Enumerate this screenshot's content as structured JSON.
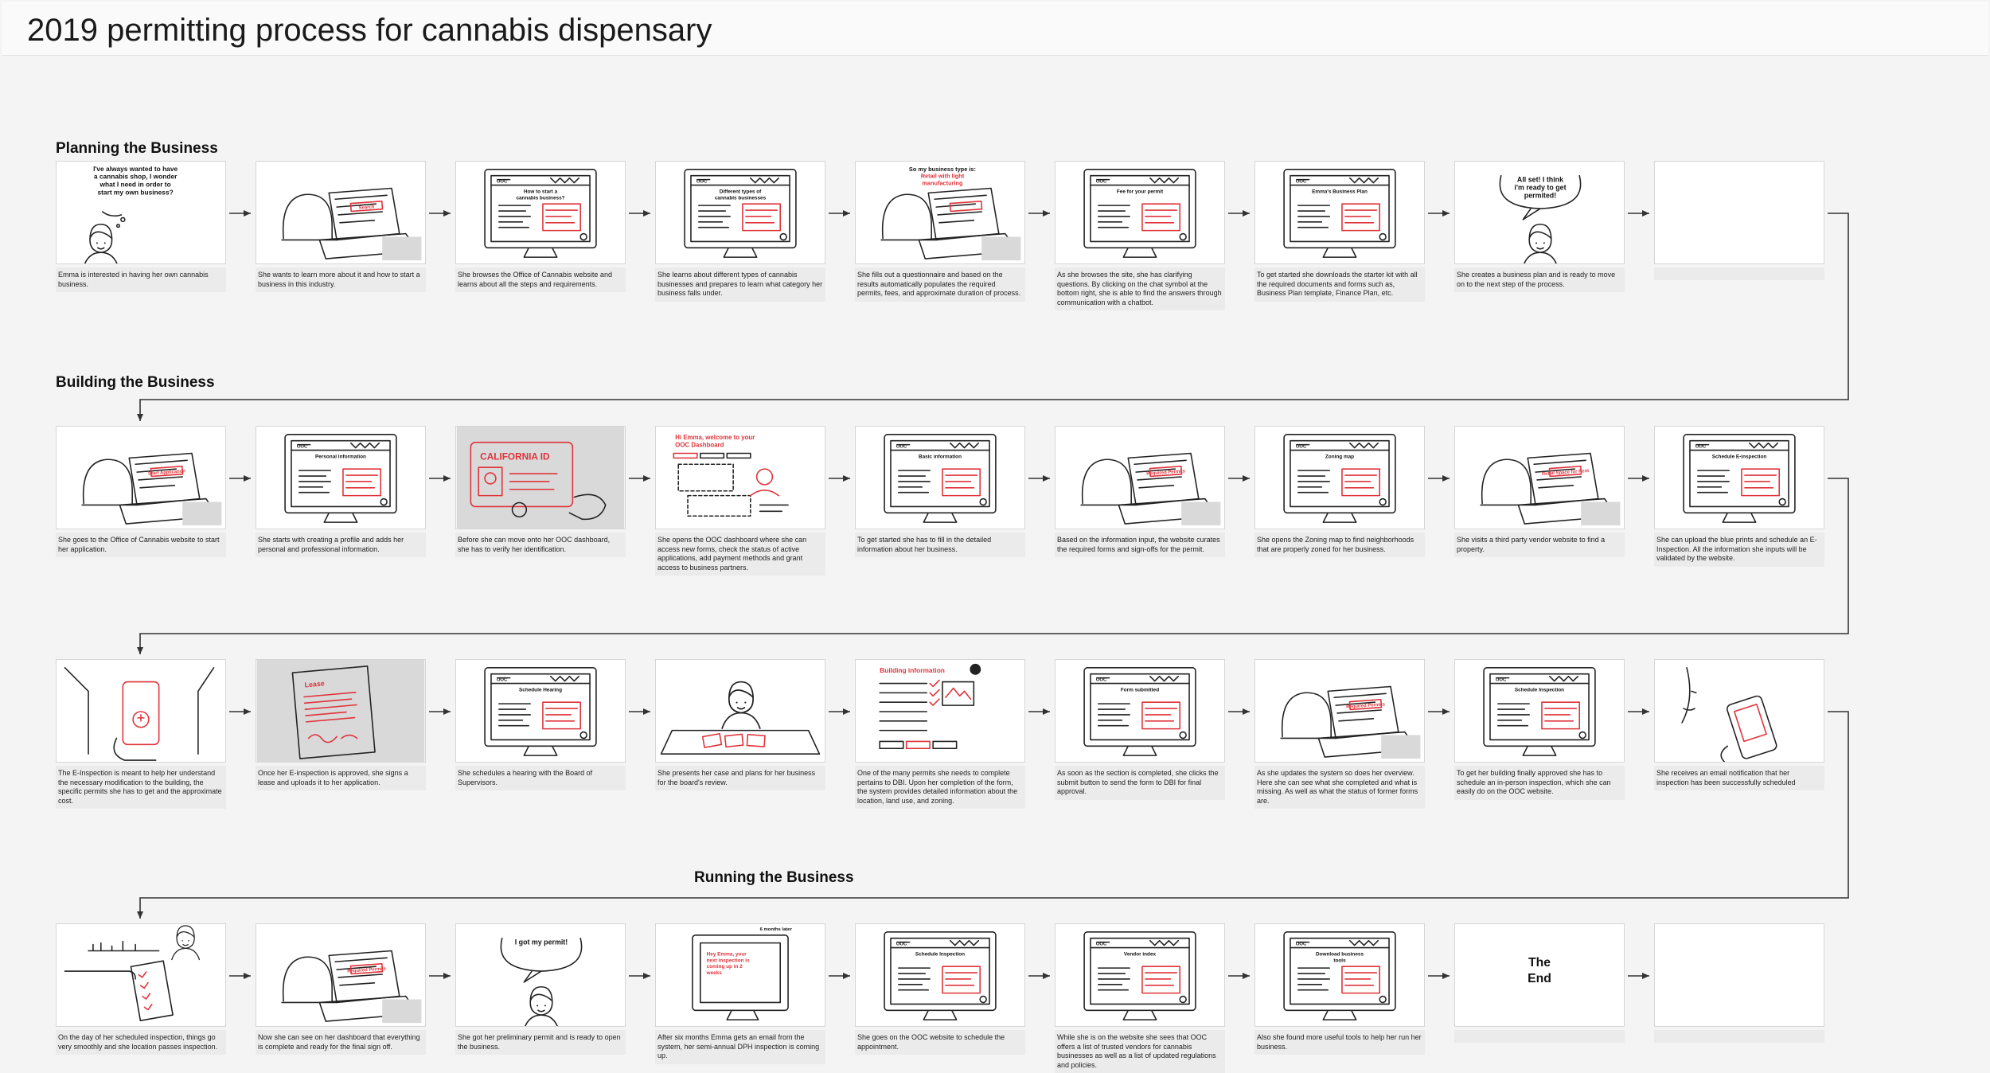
{
  "title": "2019 permitting process for cannabis dispensary",
  "sections": [
    {
      "id": "planning",
      "title": "Planning the Business",
      "steps": [
        {
          "caption": "Emma is interested in having her own cannabis business.",
          "scene": "thought",
          "bubble": "I've always wanted to have a cannabis shop, I wonder what I need in order to start my own business?"
        },
        {
          "caption": "She wants to learn more about it and how to start a business in this industry.",
          "scene": "laptop",
          "screen": "Search"
        },
        {
          "caption": "She browses the Office of Cannabis website and learns about all the steps and requirements.",
          "scene": "monitor",
          "screen": "How to start a cannabis business?"
        },
        {
          "caption": "She learns about different types of cannabis businesses and prepares to learn what category her business falls under.",
          "scene": "monitor",
          "screen": "Different types of cannabis businesses"
        },
        {
          "caption": "She fills out a questionnaire and based on the results automatically populates the required permits, fees, and approximate duration of process.",
          "scene": "laptop-head",
          "bubble": "So my business type is: Retail with light manufacturing"
        },
        {
          "caption": "As she browses the site, she has clarifying questions. By clicking on the chat symbol at the bottom right, she is able to find the answers through communication with a chatbot.",
          "scene": "monitor",
          "screen": "Fee for your permit"
        },
        {
          "caption": "To get started she downloads the starter kit with all the required documents and forms such as, Business Plan template, Finance Plan, etc.",
          "scene": "monitor",
          "screen": "Emma's Business Plan"
        },
        {
          "caption": "She creates a business plan and is ready to move on to the next step of the process.",
          "scene": "speech",
          "bubble": "All set! I think i'm ready to get permited!"
        },
        {
          "caption": "",
          "scene": "blank"
        }
      ]
    },
    {
      "id": "building",
      "title": "Building the Business",
      "steps": [
        {
          "caption": "She goes to the Office of Cannabis website to start her application.",
          "scene": "laptop",
          "screen": "Start Application"
        },
        {
          "caption": "She starts with creating a profile and adds her personal and professional information.",
          "scene": "monitor",
          "screen": "Personal Information"
        },
        {
          "caption": "Before she can move onto her OOC dashboard, she has to verify her identification.",
          "scene": "id-card",
          "screen": "CALIFORNIA ID"
        },
        {
          "caption": "She opens the OOC dashboard where she can access new forms, check the status of active applications, add payment methods and grant access to business partners.",
          "scene": "dashboard",
          "screen": "Hi Emma, welcome to your OOC Dashboard"
        },
        {
          "caption": "To get started she has to fill in the detailed information about her business.",
          "scene": "monitor",
          "screen": "Basic information"
        },
        {
          "caption": "Based on the information input, the website curates the required forms and sign-offs for the permit.",
          "scene": "laptop",
          "screen": "Required Permits"
        },
        {
          "caption": "She opens the Zoning map to find neighborhoods that are properly zoned for her business.",
          "scene": "monitor",
          "screen": "Zoning map"
        },
        {
          "caption": "She visits a third party vendor website to find a property.",
          "scene": "laptop",
          "screen": "Retail Space for Rent"
        },
        {
          "caption": "She can upload the blue prints and schedule an E-Inspection. All the information she inputs will be validated by the website.",
          "scene": "monitor",
          "screen": "Schedule E-inspection"
        }
      ]
    },
    {
      "id": "inspection",
      "title": "",
      "steps": [
        {
          "caption": "The E-Inspection is meant to help her understand the necessary modification to the building, the specific permits she has to get and the approximate cost.",
          "scene": "phone"
        },
        {
          "caption": "Once her E-inspection is approved, she signs a lease and uploads it to her application.",
          "scene": "document",
          "screen": "Lease"
        },
        {
          "caption": "She schedules a hearing with the Board of Supervisors.",
          "scene": "monitor",
          "screen": "Schedule Hearing"
        },
        {
          "caption": "She presents her case and plans for her business for the board's review.",
          "scene": "presenting"
        },
        {
          "caption": "One of the many permits she needs to complete pertains to DBI. Upon her completion of the form, the system provides detailed information about the location, land use, and zoning.",
          "scene": "form",
          "screen": "Building information"
        },
        {
          "caption": "As soon as the section is completed, she clicks the submit button to send the form to DBI for final approval.",
          "scene": "monitor",
          "screen": "Form submitted"
        },
        {
          "caption": "As she updates the system so does her overview. Here she can see what she completed and what is missing. As well as what the status of former forms are.",
          "scene": "laptop",
          "screen": "Required Permits"
        },
        {
          "caption": "To get her building finally approved she has to schedule an in-person inspection, which she can easily do on the OOC website.",
          "scene": "monitor",
          "screen": "Schedule Inspection"
        },
        {
          "caption": "She receives an email notification that her inspection has been successfully scheduled",
          "scene": "phone-face"
        }
      ]
    },
    {
      "id": "running",
      "title": "Running the Business",
      "steps": [
        {
          "caption": "On the day of her scheduled inspection, things go very smoothly and she location passes inspection.",
          "scene": "inspection"
        },
        {
          "caption": "Now she can see on her dashboard that everything is complete and ready for the final sign off.",
          "scene": "laptop",
          "screen": "Required Permits"
        },
        {
          "caption": "She got her preliminary permit and is ready to open the business.",
          "scene": "speech",
          "bubble": "I got my permit!"
        },
        {
          "caption": "After six months Emma gets an email from the system, her semi-annual DPH inspection is coming up.",
          "scene": "email",
          "screen": "Hey Emma, your next inspection is coming up in 2 weeks"
        },
        {
          "caption": "She goes on the OOC website to schedule the appointment.",
          "scene": "monitor",
          "screen": "Schedule Inspection"
        },
        {
          "caption": "While she is on the website she sees that OOC offers a list of trusted vendors for cannabis businesses as well as a list of updated regulations and policies.",
          "scene": "monitor",
          "screen": "Vendor index"
        },
        {
          "caption": "Also she found more useful tools to help her run her business.",
          "scene": "monitor",
          "screen": "Download business tools"
        },
        {
          "caption": "",
          "scene": "the-end",
          "screen": "The End"
        },
        {
          "caption": "",
          "scene": "blank"
        }
      ]
    }
  ]
}
